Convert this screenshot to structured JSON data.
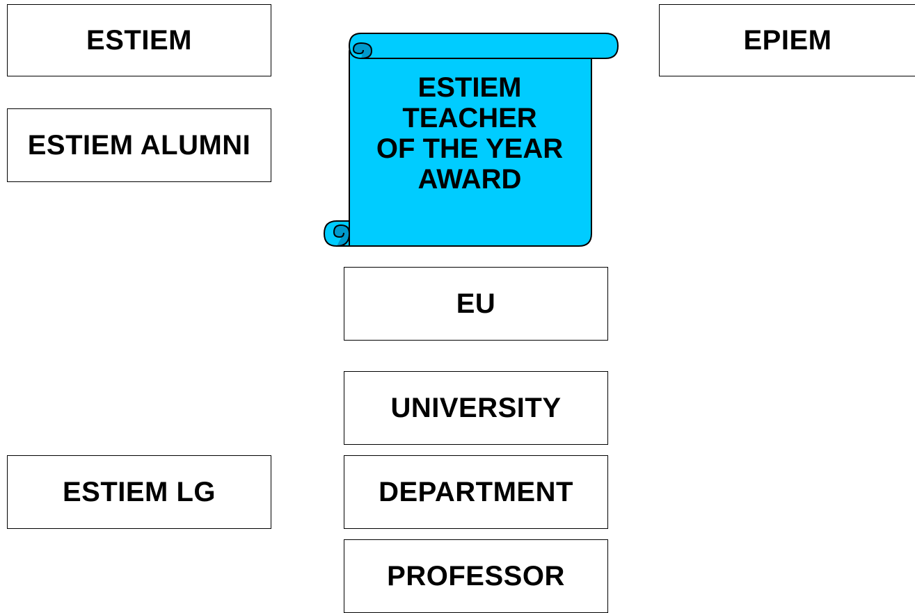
{
  "boxes": {
    "estiem": "ESTIEM",
    "estiem_alumni": "ESTIEM ALUMNI",
    "epiem": "EPIEM",
    "eu": "EU",
    "university": "UNIVERSITY",
    "department": "DEPARTMENT",
    "professor": "PROFESSOR",
    "estiem_lg": "ESTIEM LG"
  },
  "award_scroll": {
    "line1": "ESTIEM",
    "line2": "TEACHER",
    "line3": "OF THE YEAR",
    "line4": "AWARD",
    "fill_color": "#00CCFF",
    "shadow_color": "#0099CC"
  }
}
